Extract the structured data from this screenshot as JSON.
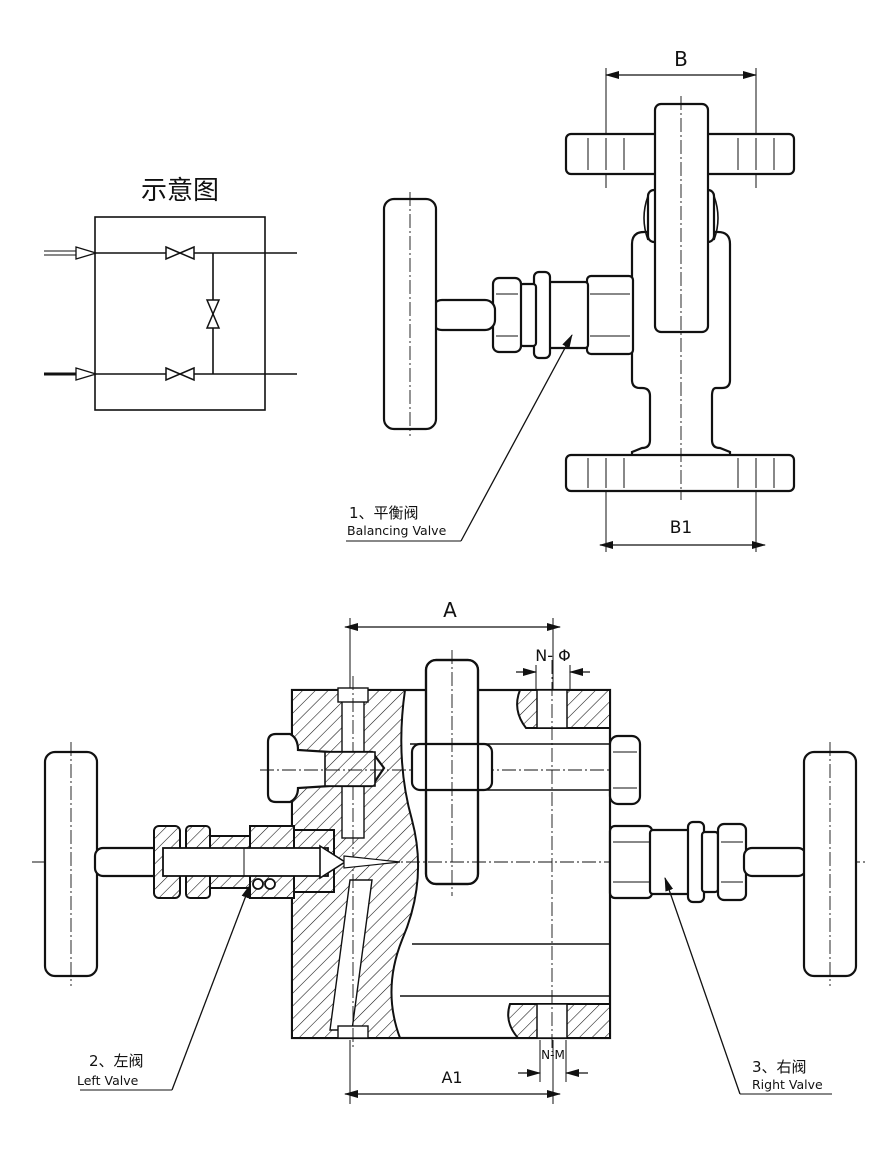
{
  "schematic": {
    "title": "示意图"
  },
  "dimensions": {
    "B": "B",
    "B1": "B1",
    "A": "A",
    "A1": "A1",
    "N_PHI": "N- Φ",
    "N_M": "N-M"
  },
  "callouts": {
    "balancing": {
      "number": "1、平衡阀",
      "english": "Balancing Valve"
    },
    "left": {
      "number": "2、左阀",
      "english": "Left Valve"
    },
    "right": {
      "number": "3、右阀",
      "english": "Right Valve"
    }
  }
}
